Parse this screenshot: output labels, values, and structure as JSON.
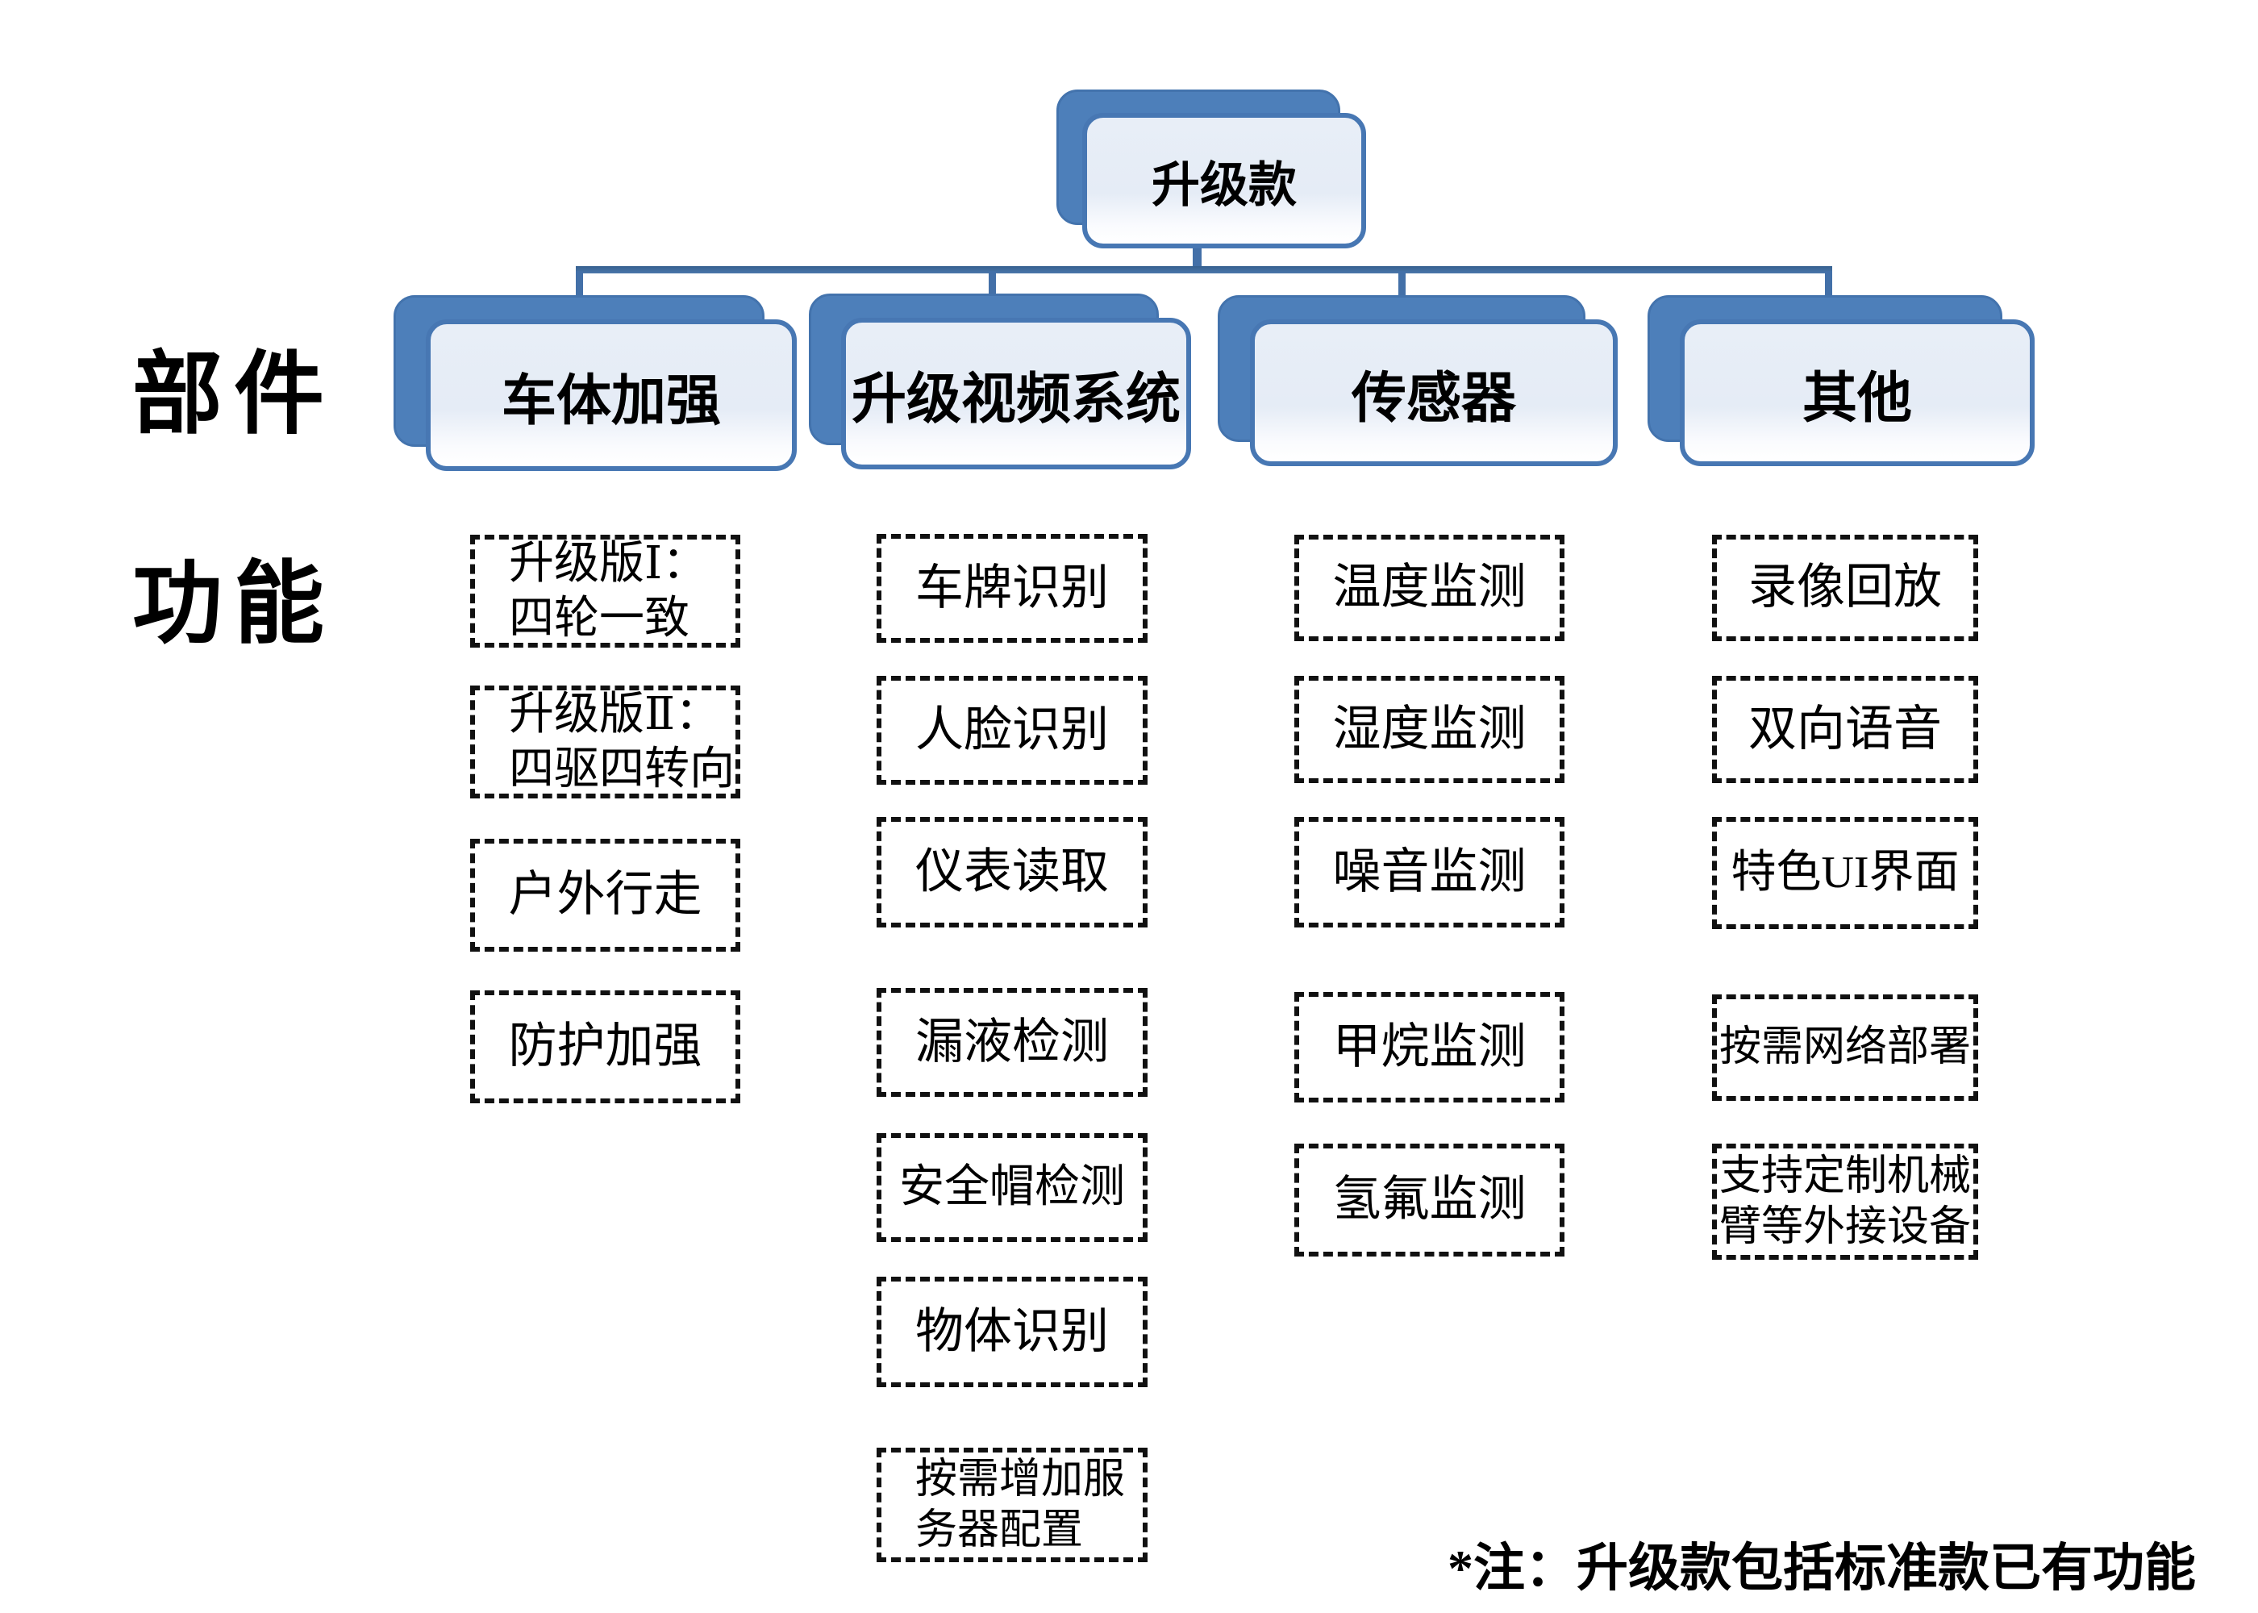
{
  "colors": {
    "shadow_fill": "#4d7fba",
    "node_border": "#4777b3",
    "node_fill_top": "#e8eef7",
    "connector_line": "#4370a8",
    "dashed_border": "#111111",
    "text": "#000000",
    "background": "#ffffff"
  },
  "root": {
    "label": "升级款"
  },
  "row_labels": [
    {
      "text": "部件"
    },
    {
      "text": "功能"
    }
  ],
  "branches": [
    {
      "label": "车体加强",
      "features": [
        {
          "lines": [
            "升级版Ⅰ：",
            "四轮一致"
          ]
        },
        {
          "lines": [
            "升级版Ⅱ：",
            "四驱四转向"
          ]
        },
        {
          "lines": [
            "户外行走"
          ]
        },
        {
          "lines": [
            "防护加强"
          ]
        }
      ]
    },
    {
      "label": "升级视频系统",
      "features": [
        {
          "lines": [
            "车牌识别"
          ]
        },
        {
          "lines": [
            "人脸识别"
          ]
        },
        {
          "lines": [
            "仪表读取"
          ]
        },
        {
          "lines": [
            "漏液检测"
          ]
        },
        {
          "lines": [
            "安全帽检测"
          ]
        },
        {
          "lines": [
            "物体识别"
          ]
        },
        {
          "lines": [
            "按需增加服",
            "务器配置"
          ]
        }
      ]
    },
    {
      "label": "传感器",
      "features": [
        {
          "lines": [
            "温度监测"
          ]
        },
        {
          "lines": [
            "湿度监测"
          ]
        },
        {
          "lines": [
            "噪音监测"
          ]
        },
        {
          "lines": [
            "甲烷监测"
          ]
        },
        {
          "lines": [
            "氢氟监测"
          ]
        }
      ]
    },
    {
      "label": "其他",
      "features": [
        {
          "lines": [
            "录像回放"
          ]
        },
        {
          "lines": [
            "双向语音"
          ]
        },
        {
          "lines": [
            "特色UI界面"
          ]
        },
        {
          "lines": [
            "按需网络部署"
          ]
        },
        {
          "lines": [
            "支持定制机械",
            "臂等外接设备"
          ]
        }
      ]
    }
  ],
  "note": {
    "text": "*注：升级款包括标准款已有功能"
  }
}
